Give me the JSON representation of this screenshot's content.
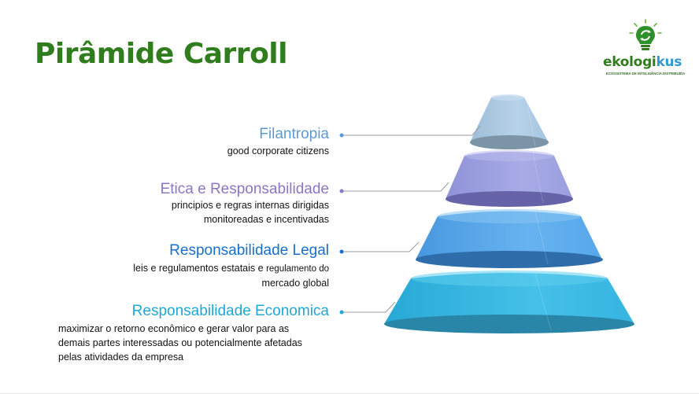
{
  "title": "Pirâmide Carroll",
  "logo": {
    "word_main": "ekologi",
    "word_accent": "kus",
    "tagline": "ECOSSISTEMA DE INTELIGÊNCIA DISTRIBUÍDA",
    "icon": "lightbulb-recycle-icon"
  },
  "levels": [
    {
      "title": "Filantropia",
      "desc_lines": [
        "good corporate citizens"
      ],
      "color": "#5b9bd5"
    },
    {
      "title": "Etica e Responsabilidade",
      "desc_lines": [
        "principios e regras  internas  dirigidas",
        "monitoreadas e incentivadas"
      ],
      "color": "#8878c3"
    },
    {
      "title": "Responsabilidade Legal",
      "desc_lines": [
        "leis e regulamentos estatais e",
        "regulamento do",
        "mercado global"
      ],
      "color": "#1a6fc9"
    },
    {
      "title": "Responsabilidade Economica",
      "desc_lines": [
        "maximizar o retorno econômico e gerar valor para as",
        "demais partes interessadas ou potencialmente afetadas",
        "pelas atividades da empresa"
      ],
      "color": "#1fa8d4"
    }
  ],
  "colors": {
    "title": "#2f7d1c",
    "tier1_top": "#a9c8e2",
    "tier2_top": "#9b9fdf",
    "tier3_top": "#4fa3e8",
    "tier4_top": "#2fb6e0"
  }
}
